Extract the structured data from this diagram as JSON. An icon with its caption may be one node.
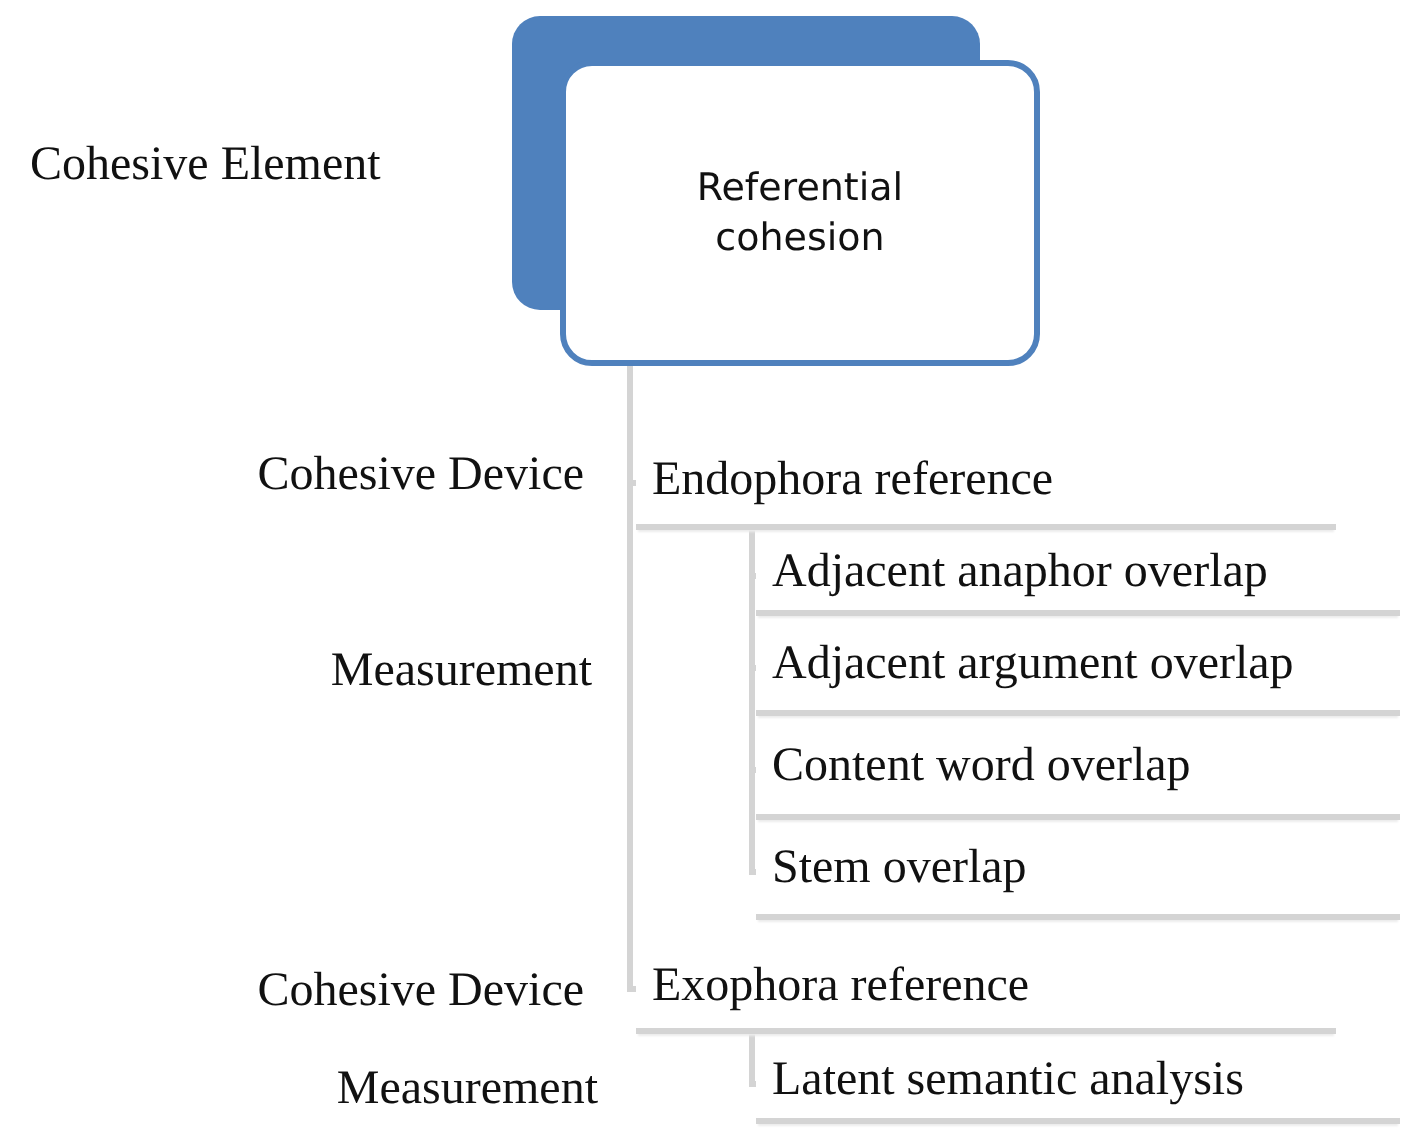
{
  "diagram": {
    "nodes": [
      {
        "text": [
          "Referential cohesion"
        ]
      },
      {
        "text": [
          "Endophora reference"
        ]
      },
      {
        "text": [
          "Adjacent anaphor overlap"
        ]
      },
      {
        "text": [
          "Adjacent argument overlap"
        ]
      },
      {
        "text": [
          "Content word overlap"
        ]
      },
      {
        "text": [
          "Stem overlap"
        ]
      },
      {
        "text": [
          "Exophora reference"
        ]
      },
      {
        "text": [
          "Latent semantic analysis"
        ]
      }
    ],
    "edges": [
      {
        "from": 0,
        "to": 1,
        "arrow": "none"
      },
      {
        "from": 0,
        "to": 6,
        "arrow": "none"
      },
      {
        "from": 1,
        "to": 2,
        "arrow": "none"
      },
      {
        "from": 1,
        "to": 3,
        "arrow": "none"
      },
      {
        "from": 1,
        "to": 4,
        "arrow": "none"
      },
      {
        "from": 1,
        "to": 5,
        "arrow": "none"
      },
      {
        "from": 6,
        "to": 7,
        "arrow": "none"
      }
    ],
    "labels": [
      "Cohesive Element",
      "Cohesive Device",
      "Measurement",
      "Cohesive Device",
      "Measurement"
    ]
  }
}
